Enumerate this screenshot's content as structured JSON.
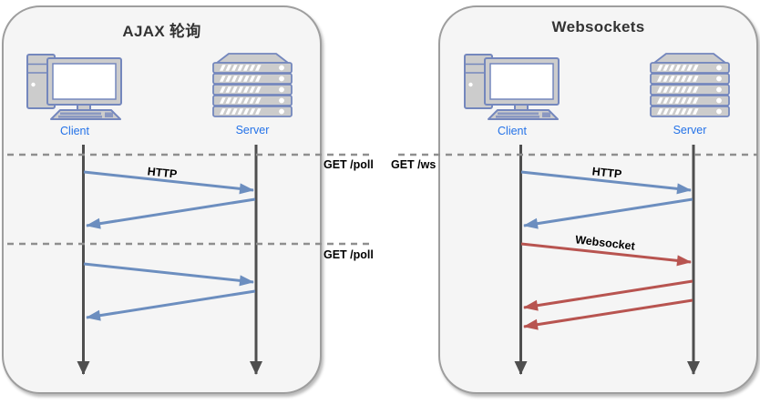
{
  "colors": {
    "page_bg": "#ffffff",
    "panel_fill": "#f5f5f5",
    "panel_border": "#9e9e9e",
    "panel_title": "#333333",
    "actor_label": "#2472e8",
    "arrow_blue": "#6c8ebf",
    "arrow_red": "#b85450",
    "dashed_line": "#8f8f8f",
    "timeline": "#4f4f4f",
    "message_text": "#000000",
    "icon_fill": "#cccccc",
    "icon_stroke": "#7487bd"
  },
  "panels": [
    {
      "title": "AJAX 轮询",
      "client_label": "Client",
      "server_label": "Server",
      "http_label": "HTTP",
      "poll_request_1": "GET /poll",
      "poll_request_2": "GET /poll"
    },
    {
      "title": "Websockets",
      "client_label": "Client",
      "server_label": "Server",
      "http_label": "HTTP",
      "ws_request": "GET /ws",
      "websocket_label": "Websocket"
    }
  ]
}
